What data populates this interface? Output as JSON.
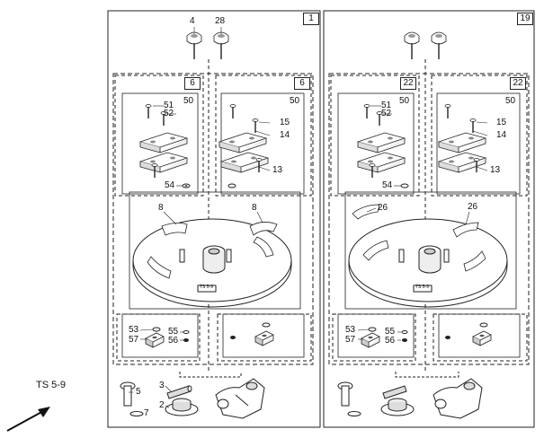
{
  "left_panel": {
    "box_number": "1",
    "subbox_left_number": "6",
    "subbox_right_number": "6",
    "callouts": {
      "top_a": "4",
      "top_b": "28",
      "bolt_a": "51",
      "bolt_b": "52",
      "bolt_group": "50",
      "right_group": "50",
      "right_a": "15",
      "right_b": "14",
      "right_c": "13",
      "washer": "54",
      "blade_left": "8",
      "blade_right": "8",
      "low_a": "53",
      "low_b": "57",
      "low_c": "55",
      "low_d": "56"
    }
  },
  "right_panel": {
    "box_number": "19",
    "subbox_left_number": "22",
    "subbox_right_number": "22",
    "callouts": {
      "bolt_a": "51",
      "bolt_b": "52",
      "bolt_group": "50",
      "right_group": "50",
      "right_a": "15",
      "right_b": "14",
      "right_c": "13",
      "washer": "54",
      "blade_left": "26",
      "blade_right": "26",
      "low_a": "53",
      "low_b": "57",
      "low_c": "55",
      "low_d": "56"
    }
  },
  "bottom_parts": {
    "p5": "5",
    "p7": "7",
    "p3": "3",
    "p2": "2"
  },
  "reference_code": "TS 5-9",
  "disc_label": "TS 5-9"
}
